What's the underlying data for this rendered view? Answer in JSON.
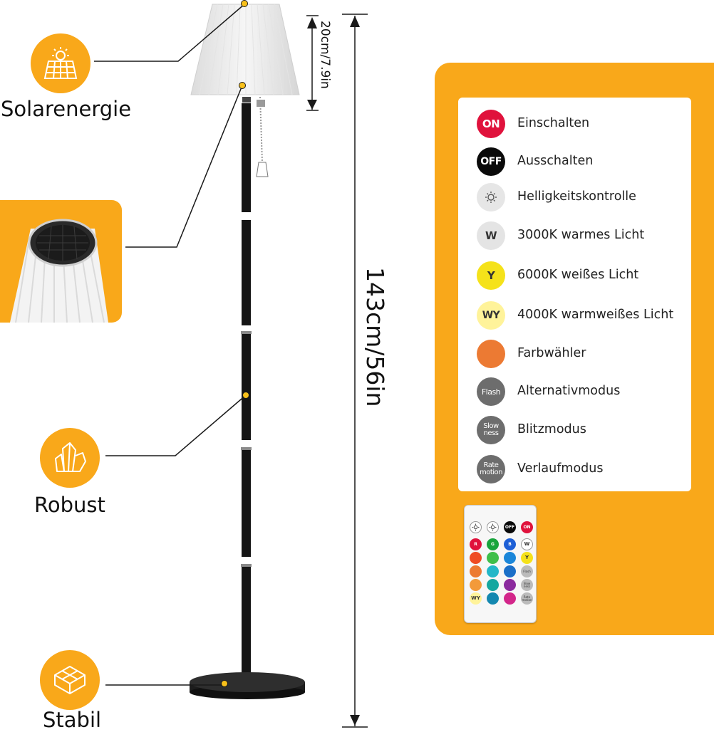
{
  "colors": {
    "accent_orange": "#f9a81a",
    "pole_black": "#151515",
    "shade_white": "#f2f2f2",
    "on_red": "#e0123c",
    "off_black": "#0a0a0a",
    "yellow": "#f5e21a",
    "light_yellow": "#fff39a",
    "color_picker_orange": "#ec7a33",
    "mode_gray": "#6d6d6d"
  },
  "features": {
    "solar": {
      "icon": "solar-panel-icon",
      "label": "Solarenergie"
    },
    "solar_detail": {
      "icon": "solar-panel-top-photo"
    },
    "robust": {
      "icon": "crystal-icon",
      "label": "Robust"
    },
    "stable": {
      "icon": "cube-icon",
      "label": "Stabil"
    }
  },
  "dimensions": {
    "shade_height": "20cm/7.9in",
    "total_height": "143cm/56in"
  },
  "legend": {
    "items": [
      {
        "badge": "ON",
        "label": "Einschalten",
        "color": "#e0123c",
        "text_color": "#ffffff"
      },
      {
        "badge": "OFF",
        "label": "Ausschalten",
        "color": "#0a0a0a",
        "text_color": "#ffffff"
      },
      {
        "badge": "brightness-icon",
        "label": "Helligkeitskontrolle",
        "color": "#e6e6e6",
        "text_color": "#555555"
      },
      {
        "badge": "W",
        "label": "3000K warmes Licht",
        "color": "#e4e4e4",
        "text_color": "#333333"
      },
      {
        "badge": "Y",
        "label": "6000K weißes Licht",
        "color": "#f5e21a",
        "text_color": "#333333"
      },
      {
        "badge": "WY",
        "label": "4000K warmweißes Licht",
        "color": "#fff39a",
        "text_color": "#333333"
      },
      {
        "badge": "",
        "label": "Farbwähler",
        "color": "#ec7a33",
        "text_color": "#ffffff"
      },
      {
        "badge": "Flash",
        "label": "Alternativmodus",
        "color": "#6d6d6d",
        "text_color": "#ffffff"
      },
      {
        "badge": "Slow ness",
        "label": "Blitzmodus",
        "color": "#6d6d6d",
        "text_color": "#ffffff"
      },
      {
        "badge": "Rate motion",
        "label": "Verlaufmodus",
        "color": "#6d6d6d",
        "text_color": "#ffffff"
      }
    ]
  },
  "remote": {
    "top_row": [
      "dimmer-icon",
      "brightness-icon",
      "OFF",
      "ON"
    ],
    "color_rows": [
      [
        "R",
        "G",
        "B",
        "W"
      ],
      [
        "",
        "",
        "",
        "Y"
      ],
      [
        "",
        "",
        "",
        "Flash"
      ],
      [
        "",
        "",
        "",
        "Slow ness"
      ],
      [
        "WY",
        "",
        "",
        "Rate motion"
      ]
    ]
  }
}
